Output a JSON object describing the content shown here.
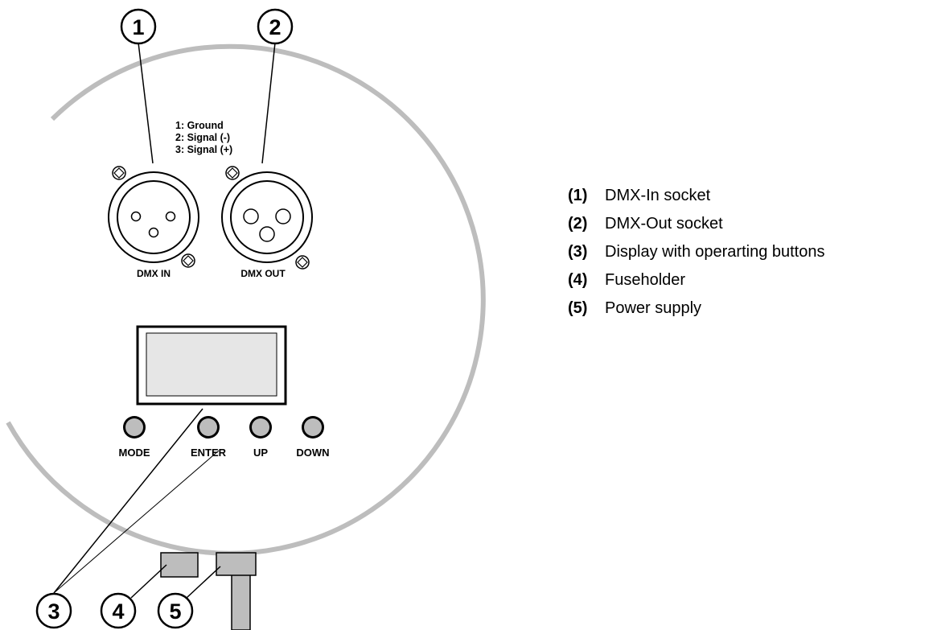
{
  "pin_legend": [
    "1: Ground",
    "2: Signal (-)",
    "3: Signal (+)"
  ],
  "jacks": {
    "in_label": "DMX IN",
    "out_label": "DMX OUT"
  },
  "buttons": [
    "MODE",
    "ENTER",
    "UP",
    "DOWN"
  ],
  "callouts": [
    "1",
    "2",
    "3",
    "4",
    "5"
  ],
  "legend": [
    {
      "num": "(1)",
      "text": "DMX-In socket"
    },
    {
      "num": "(2)",
      "text": "DMX-Out socket"
    },
    {
      "num": "(3)",
      "text": "Display with operarting buttons"
    },
    {
      "num": "(4)",
      "text": "Fuseholder"
    },
    {
      "num": "(5)",
      "text": "Power supply"
    }
  ]
}
